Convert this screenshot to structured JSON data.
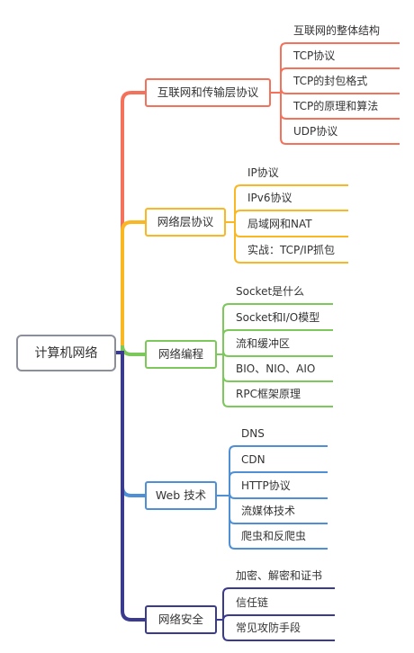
{
  "root": {
    "label": "计算机网络"
  },
  "branches": [
    {
      "label": "互联网和传输层协议",
      "color": "#f4725b",
      "items": [
        "互联网的整体结构",
        "TCP协议",
        "TCP的封包格式",
        "TCP的原理和算法",
        "UDP协议"
      ]
    },
    {
      "label": "网络层协议",
      "color": "#f9b724",
      "items": [
        "IP协议",
        "IPv6协议",
        "局域网和NAT",
        "实战：TCP/IP抓包"
      ]
    },
    {
      "label": "网络编程",
      "color": "#7cc85b",
      "items": [
        "Socket是什么",
        "Socket和I/O模型",
        "流和缓冲区",
        "BIO、NIO、AIO",
        "RPC框架原理"
      ]
    },
    {
      "label": "Web 技术",
      "color": "#4f8fd6",
      "items": [
        "DNS",
        "CDN",
        "HTTP协议",
        "流媒体技术",
        "爬虫和反爬虫"
      ]
    },
    {
      "label": "网络安全",
      "color": "#3a3a8f",
      "items": [
        "加密、解密和证书",
        "信任链",
        "常见攻防手段"
      ]
    }
  ]
}
